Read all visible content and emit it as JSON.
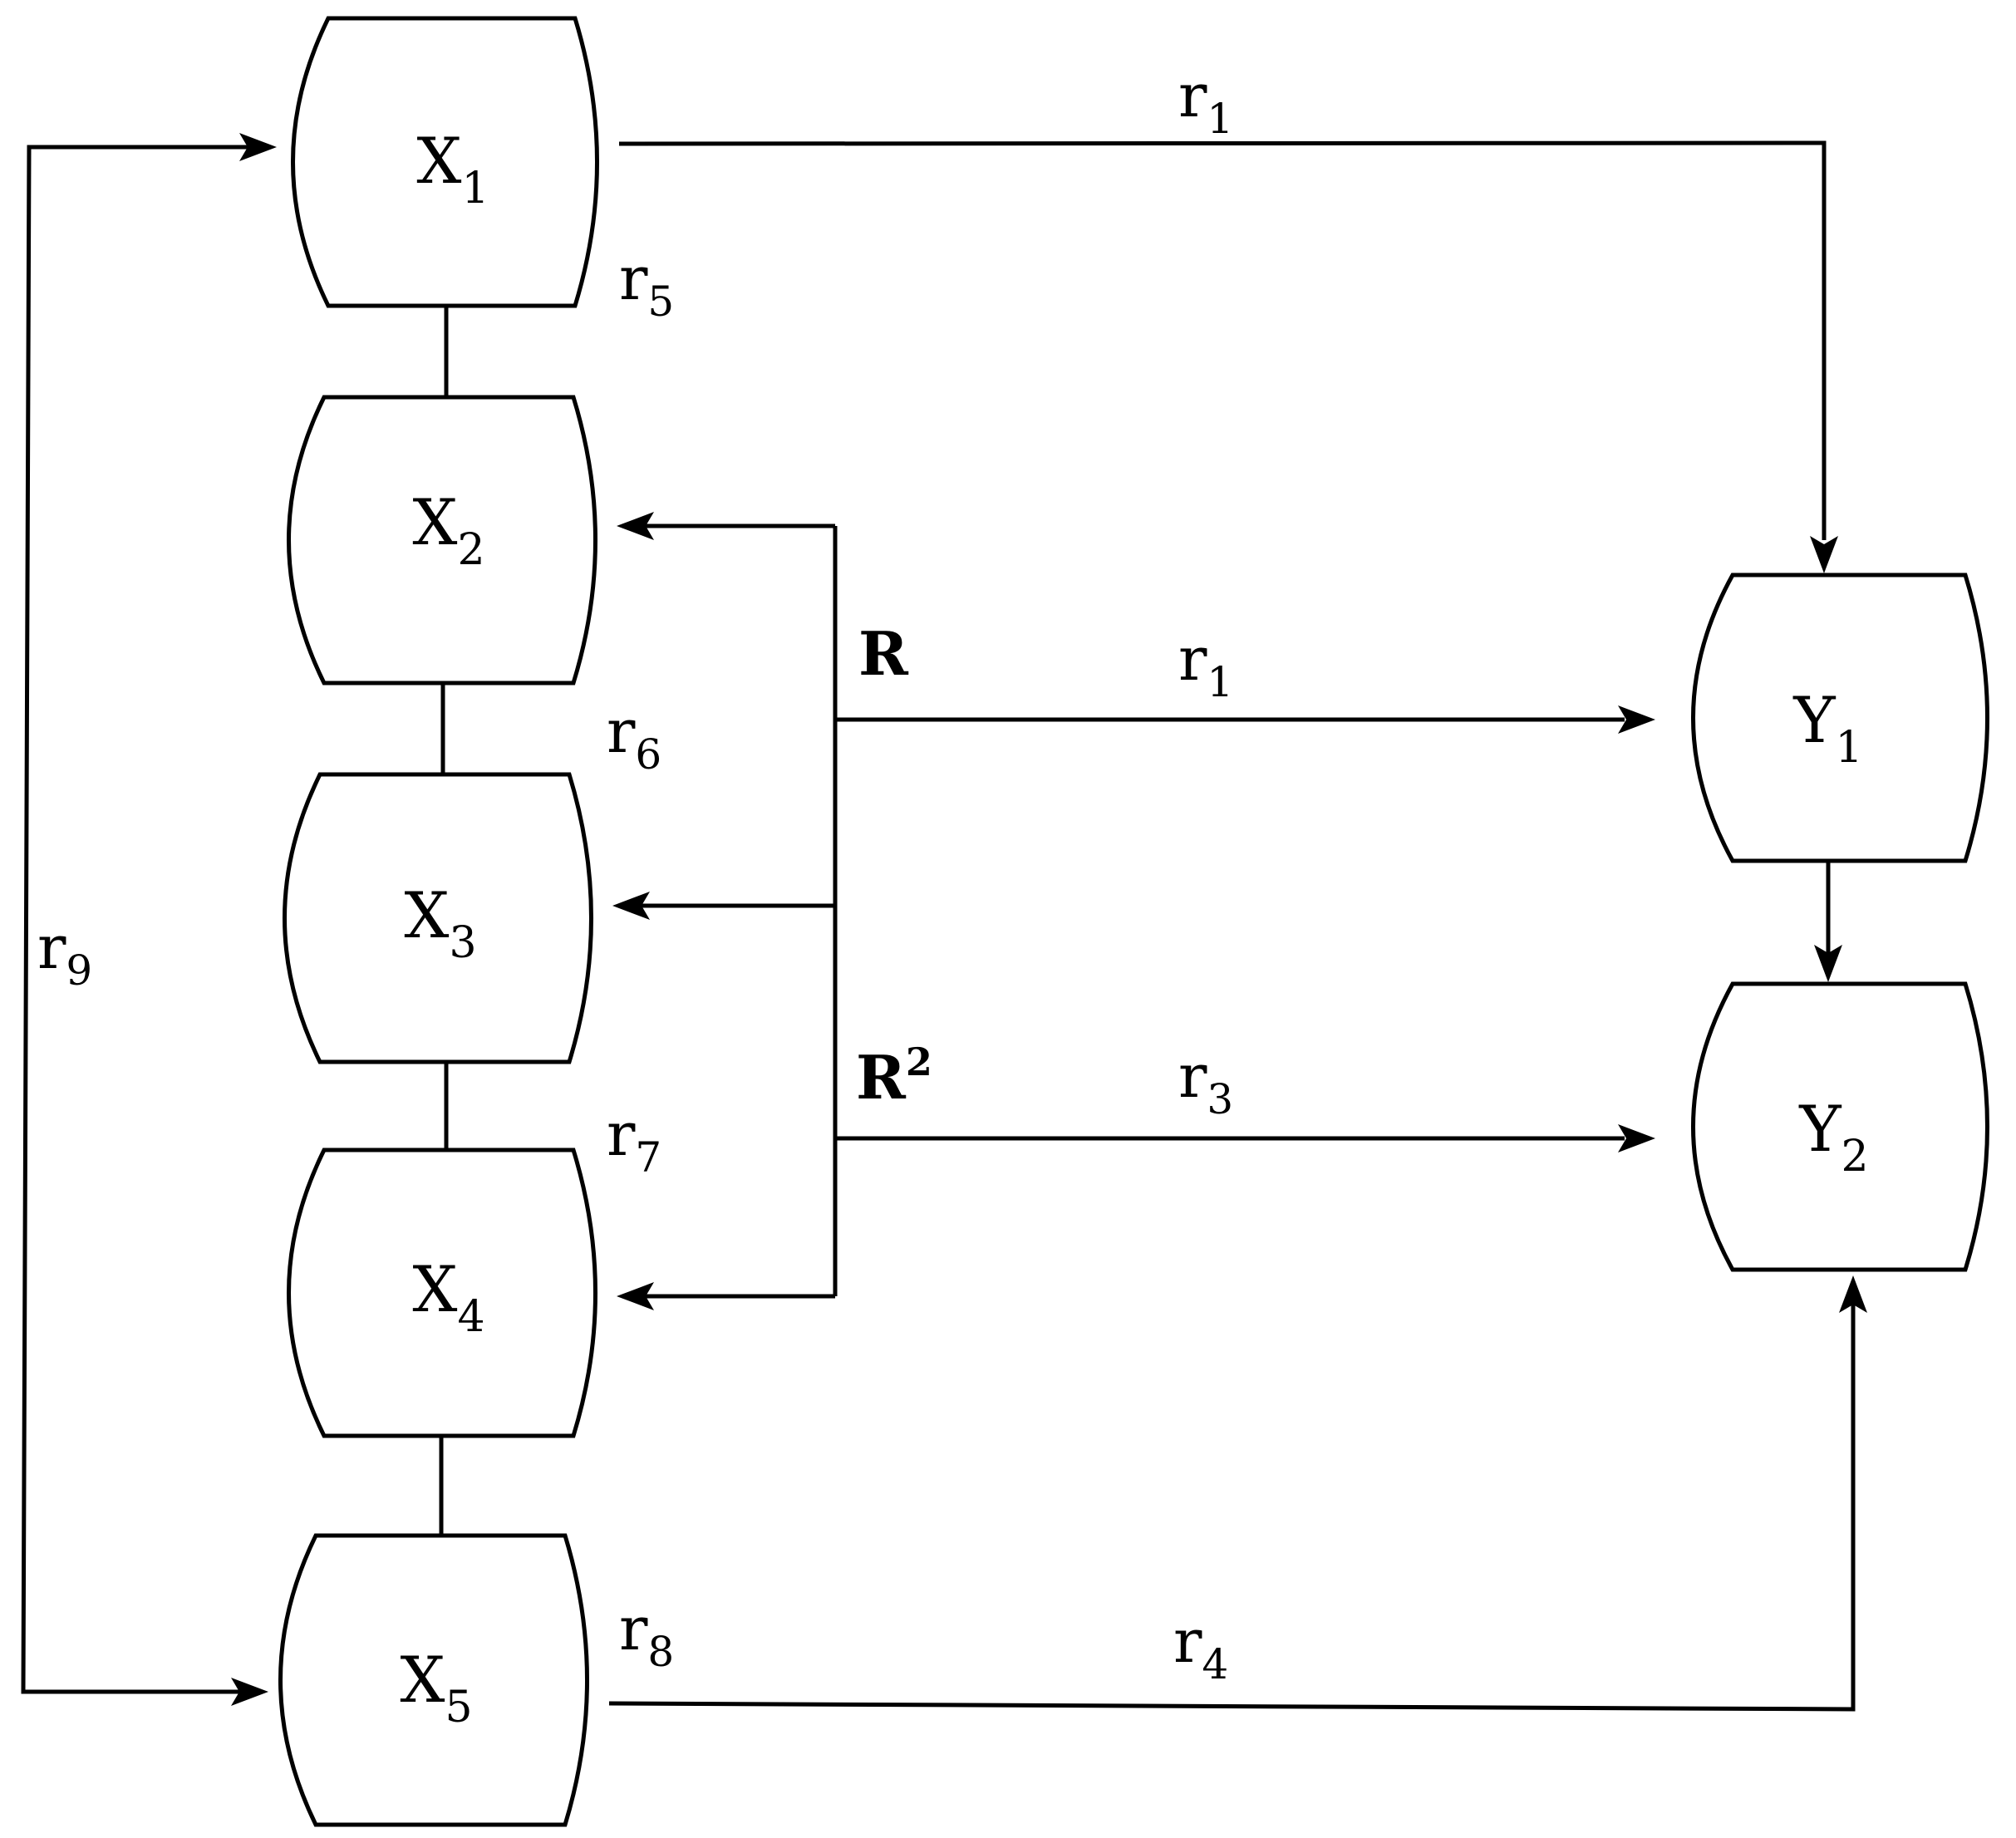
{
  "nodes": {
    "x1": {
      "main": "X",
      "sub": "1"
    },
    "x2": {
      "main": "X",
      "sub": "2"
    },
    "x3": {
      "main": "X",
      "sub": "3"
    },
    "x4": {
      "main": "X",
      "sub": "4"
    },
    "x5": {
      "main": "X",
      "sub": "5"
    },
    "y1": {
      "main": "Y",
      "sub": "1"
    },
    "y2": {
      "main": "Y",
      "sub": "2"
    }
  },
  "edge_labels": {
    "x1_to_y1": {
      "main": "r",
      "sub": "1"
    },
    "r_to_y1": {
      "main": "r",
      "sub": "1"
    },
    "r2_to_y2": {
      "main": "r",
      "sub": "3"
    },
    "x5_to_y2": {
      "main": "r",
      "sub": "4"
    },
    "x1_x2": {
      "main": "r",
      "sub": "5"
    },
    "x2_x3": {
      "main": "r",
      "sub": "6"
    },
    "x3_x4": {
      "main": "r",
      "sub": "7"
    },
    "x4_x5": {
      "main": "r",
      "sub": "8"
    },
    "feedback": {
      "main": "r",
      "sub": "9"
    }
  },
  "source_labels": {
    "r": {
      "main": "R"
    },
    "r_squared": {
      "main": "R",
      "sup": "2"
    }
  }
}
